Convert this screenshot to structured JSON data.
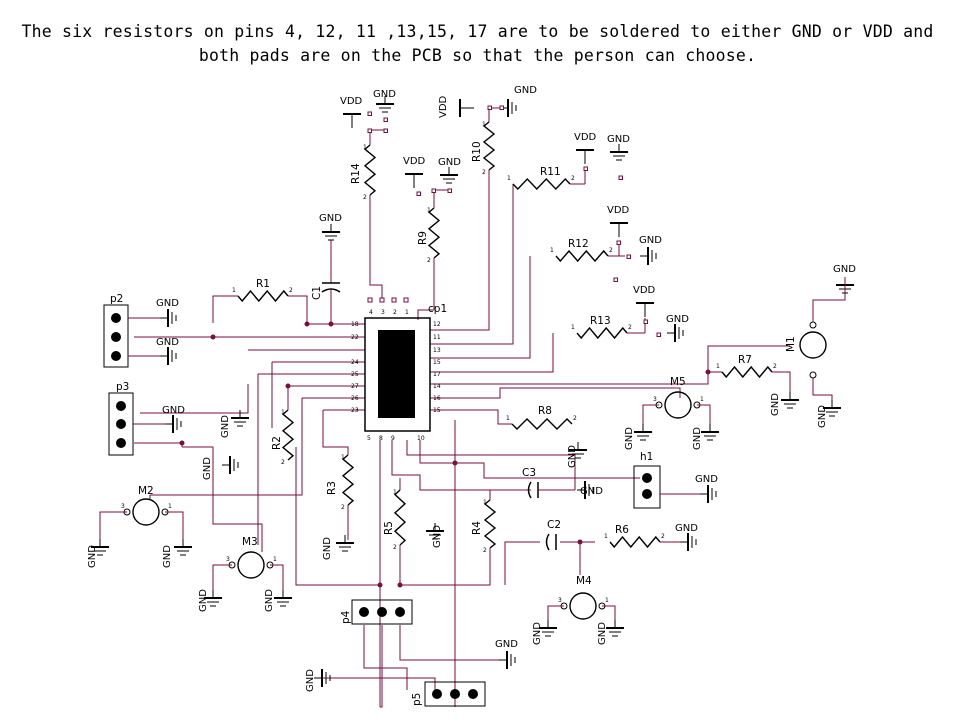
{
  "note": {
    "line1": "The six resistors on pins 4, 12, 11 ,13,15, 17 are to be soldered to either GND or VDD and",
    "line2": "both pads are on the PCB so that the person can choose."
  },
  "power": {
    "gnd": "GND",
    "vdd": "VDD"
  },
  "chip": {
    "ref": "cp1",
    "left_pins": [
      "18",
      "22",
      "24",
      "25",
      "27",
      "26",
      "23"
    ],
    "right_pins": [
      "12",
      "11",
      "13",
      "15",
      "17",
      "14",
      "16",
      "15"
    ],
    "top_pins": [
      "4",
      "3",
      "2",
      "1"
    ],
    "bottom_pins": [
      "5",
      "8",
      "9",
      "10"
    ]
  },
  "resistors": {
    "r1": "R1",
    "r2": "R2",
    "r3": "R3",
    "r4": "R4",
    "r5": "R5",
    "r6": "R6",
    "r7": "R7",
    "r8": "R8",
    "r9": "R9",
    "r10": "R10",
    "r11": "R11",
    "r12": "R12",
    "r13": "R13",
    "r14": "R14"
  },
  "capacitors": {
    "c1": "C1",
    "c2": "C2",
    "c3": "C3"
  },
  "motors": {
    "m1": "M1",
    "m2": "M2",
    "m3": "M3",
    "m4": "M4",
    "m5": "M5"
  },
  "headers": {
    "p2": "p2",
    "p3": "p3",
    "p4": "p4",
    "p5": "p5",
    "h1": "h1"
  },
  "pin_numbers": {
    "one": "1",
    "two": "2",
    "three": "3"
  },
  "colors": {
    "wire": "#7a0e3c",
    "ink": "#000000",
    "background": "#ffffff"
  }
}
